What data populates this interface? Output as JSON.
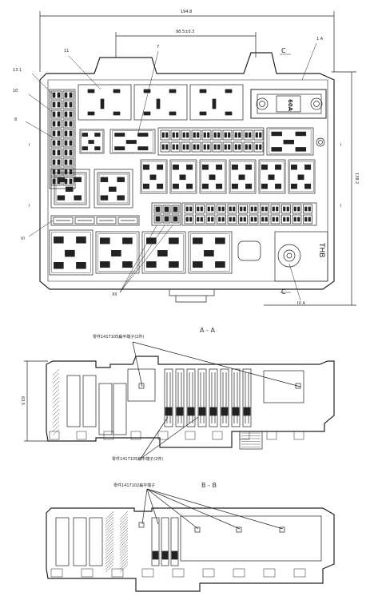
{
  "dimensions": {
    "overall_width": "194.8",
    "hole_spacing": "98.5±0.3",
    "overall_height": "138.2",
    "section_height": "63.5"
  },
  "callouts": {
    "top_left_1": "13.1",
    "top_left_2": "10",
    "left_3": "8",
    "left_lower": "VI",
    "top_center_1": "11",
    "top_center_2": "7",
    "top_right": "1 A",
    "bottom_center": "XII",
    "bottom_right": "IV A"
  },
  "section_marks": {
    "c_top": "C",
    "c_bottom": "C",
    "side_marks": [
      "I",
      "I",
      "I",
      "I"
    ]
  },
  "fuse": {
    "rating": "60A"
  },
  "block_label": "THB",
  "sections": {
    "a": {
      "title": "A - A",
      "note_top": "零件1417105扁平端子(2件)",
      "note_bottom": "零件1417105扁平端子(2件)"
    },
    "b": {
      "title": "B - B",
      "note_top": "零件1417102扁平端子"
    }
  },
  "colors": {
    "line": "#222222",
    "hatch": "#444444"
  }
}
